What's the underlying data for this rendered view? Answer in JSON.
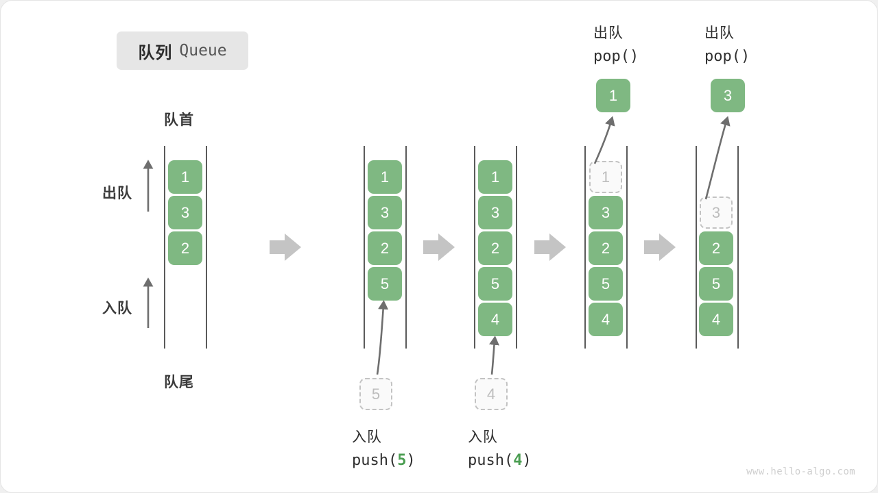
{
  "title": {
    "cn": "队列",
    "en": "Queue"
  },
  "labels": {
    "front": "队首",
    "rear": "队尾",
    "dequeue": "出队",
    "enqueue": "入队"
  },
  "watermark": "www.hello-algo.com",
  "colors": {
    "box_fill": "#7fb882",
    "box_text": "#ffffff",
    "ghost_border": "#c3c3c3",
    "ghost_text": "#bdbdbd",
    "rail": "#5a5a5a",
    "arrow": "#6e6e6e",
    "flow_arrow": "#c4c4c4",
    "accent_green": "#4b9e52",
    "badge_bg": "#e6e6e6"
  },
  "columns": [
    {
      "name": "initial-queue",
      "items": [
        {
          "value": "1",
          "ghost": false
        },
        {
          "value": "3",
          "ghost": false
        },
        {
          "value": "2",
          "ghost": false
        }
      ]
    },
    {
      "name": "after-push-5",
      "items": [
        {
          "value": "1",
          "ghost": false
        },
        {
          "value": "3",
          "ghost": false
        },
        {
          "value": "2",
          "ghost": false
        },
        {
          "value": "5",
          "ghost": false
        }
      ]
    },
    {
      "name": "after-push-4",
      "items": [
        {
          "value": "1",
          "ghost": false
        },
        {
          "value": "3",
          "ghost": false
        },
        {
          "value": "2",
          "ghost": false
        },
        {
          "value": "5",
          "ghost": false
        },
        {
          "value": "4",
          "ghost": false
        }
      ]
    },
    {
      "name": "pop-1",
      "items": [
        {
          "value": "1",
          "ghost": true
        },
        {
          "value": "3",
          "ghost": false
        },
        {
          "value": "2",
          "ghost": false
        },
        {
          "value": "5",
          "ghost": false
        },
        {
          "value": "4",
          "ghost": false
        }
      ]
    },
    {
      "name": "pop-3",
      "items": [
        {
          "value": "",
          "ghost": null
        },
        {
          "value": "3",
          "ghost": true
        },
        {
          "value": "2",
          "ghost": false
        },
        {
          "value": "5",
          "ghost": false
        },
        {
          "value": "4",
          "ghost": false
        }
      ]
    }
  ],
  "operations": {
    "push_5": {
      "line1": "入队",
      "code_prefix": "push(",
      "code_value": "5",
      "code_suffix": ")",
      "pending_value": "5"
    },
    "push_4": {
      "line1": "入队",
      "code_prefix": "push(",
      "code_value": "4",
      "code_suffix": ")",
      "pending_value": "4"
    },
    "pop_1": {
      "line1": "出队",
      "code": "pop()",
      "popped_value": "1"
    },
    "pop_3": {
      "line1": "出队",
      "code": "pop()",
      "popped_value": "3"
    }
  }
}
